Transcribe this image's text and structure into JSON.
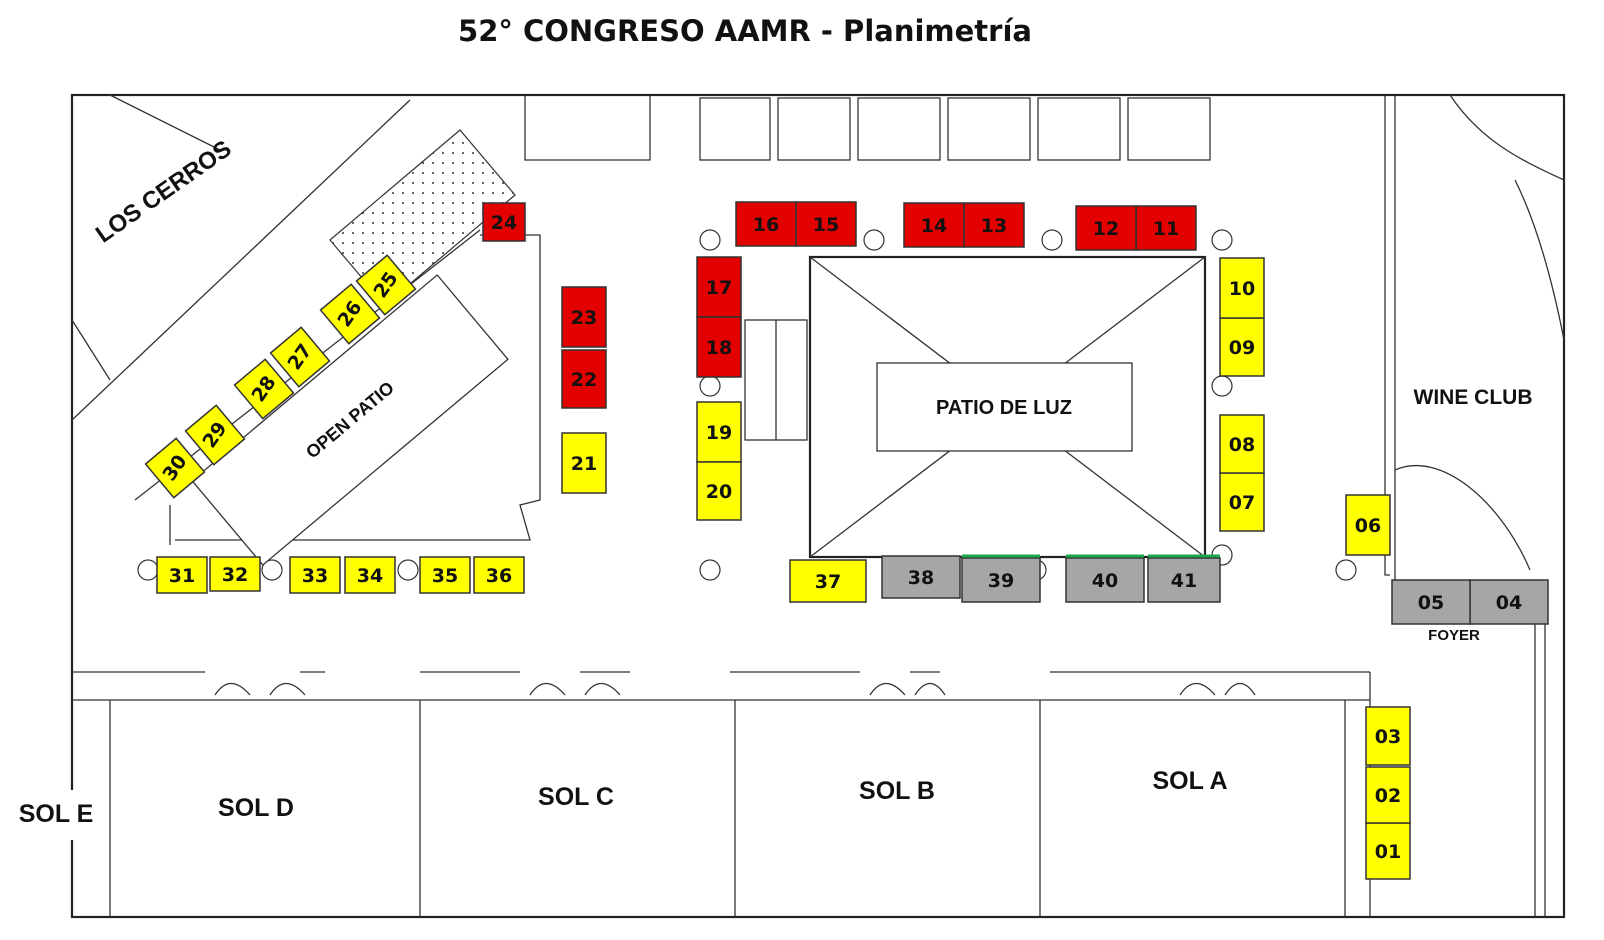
{
  "title": "52° CONGRESO AAMR - Planimetría",
  "colors": {
    "red": "#e30000",
    "yellow": "#ffff00",
    "gray": "#a6a6a6",
    "green": "#1aa64a"
  },
  "rooms": {
    "los_cerros": "LOS CERROS",
    "open_patio": "OPEN PATIO",
    "patio_de_luz": "PATIO DE LUZ",
    "wine_club": "WINE CLUB",
    "foyer": "FOYER",
    "sol_a": "SOL A",
    "sol_b": "SOL B",
    "sol_c": "SOL C",
    "sol_d": "SOL D",
    "sol_e": "SOL E"
  },
  "booths": [
    {
      "id": "01",
      "color": "yellow"
    },
    {
      "id": "02",
      "color": "yellow"
    },
    {
      "id": "03",
      "color": "yellow"
    },
    {
      "id": "04",
      "color": "gray"
    },
    {
      "id": "05",
      "color": "gray"
    },
    {
      "id": "06",
      "color": "yellow"
    },
    {
      "id": "07",
      "color": "yellow"
    },
    {
      "id": "08",
      "color": "yellow"
    },
    {
      "id": "09",
      "color": "yellow"
    },
    {
      "id": "10",
      "color": "yellow"
    },
    {
      "id": "11",
      "color": "red"
    },
    {
      "id": "12",
      "color": "red"
    },
    {
      "id": "13",
      "color": "red"
    },
    {
      "id": "14",
      "color": "red"
    },
    {
      "id": "15",
      "color": "red"
    },
    {
      "id": "16",
      "color": "red"
    },
    {
      "id": "17",
      "color": "red"
    },
    {
      "id": "18",
      "color": "red"
    },
    {
      "id": "19",
      "color": "yellow"
    },
    {
      "id": "20",
      "color": "yellow"
    },
    {
      "id": "21",
      "color": "yellow"
    },
    {
      "id": "22",
      "color": "red"
    },
    {
      "id": "23",
      "color": "red"
    },
    {
      "id": "24",
      "color": "red"
    },
    {
      "id": "25",
      "color": "yellow"
    },
    {
      "id": "26",
      "color": "yellow"
    },
    {
      "id": "27",
      "color": "yellow"
    },
    {
      "id": "28",
      "color": "yellow"
    },
    {
      "id": "29",
      "color": "yellow"
    },
    {
      "id": "30",
      "color": "yellow"
    },
    {
      "id": "31",
      "color": "yellow"
    },
    {
      "id": "32",
      "color": "yellow"
    },
    {
      "id": "33",
      "color": "yellow"
    },
    {
      "id": "34",
      "color": "yellow"
    },
    {
      "id": "35",
      "color": "yellow"
    },
    {
      "id": "36",
      "color": "yellow"
    },
    {
      "id": "37",
      "color": "yellow"
    },
    {
      "id": "38",
      "color": "gray"
    },
    {
      "id": "39",
      "color": "gray"
    },
    {
      "id": "40",
      "color": "gray"
    },
    {
      "id": "41",
      "color": "gray"
    }
  ]
}
